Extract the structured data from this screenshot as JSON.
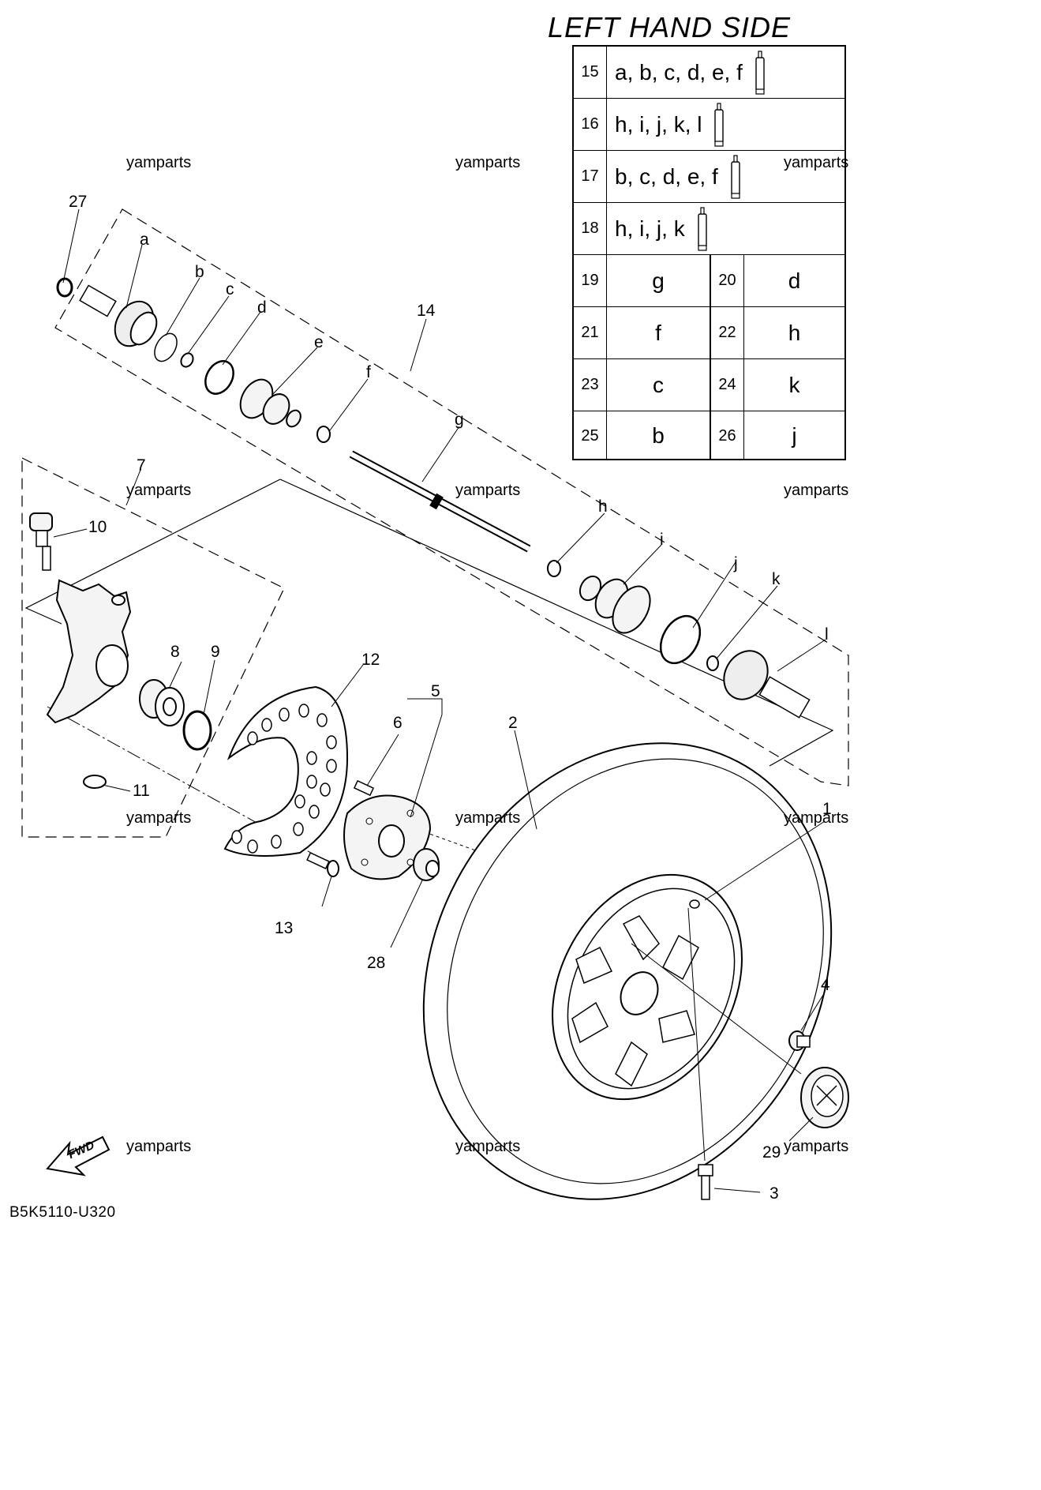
{
  "diagram_code": "B5K5110-U320",
  "table": {
    "title": "LEFT HAND SIDE",
    "full_rows": [
      {
        "number": "15",
        "codes": "a, b, c, d, e, f",
        "icon": "sealant-tube-icon"
      },
      {
        "number": "16",
        "codes": "h, i, j, k, l",
        "icon": "sealant-tube-icon"
      },
      {
        "number": "17",
        "codes": "b, c, d, e, f",
        "icon": "sealant-tube-icon"
      },
      {
        "number": "18",
        "codes": "h, i, j, k",
        "icon": "sealant-tube-icon"
      }
    ],
    "pair_rows": [
      {
        "left_number": "19",
        "left_code": "g",
        "right_number": "20",
        "right_code": "d"
      },
      {
        "left_number": "21",
        "left_code": "f",
        "right_number": "22",
        "right_code": "h"
      },
      {
        "left_number": "23",
        "left_code": "c",
        "right_number": "24",
        "right_code": "k"
      },
      {
        "left_number": "25",
        "left_code": "b",
        "right_number": "26",
        "right_code": "j"
      }
    ]
  },
  "watermark": "yamparts",
  "fwd_label": "FWD",
  "callouts": {
    "n1": "1",
    "n2": "2",
    "n3": "3",
    "n4": "4",
    "n5": "5",
    "n6": "6",
    "n7": "7",
    "n8": "8",
    "n9": "9",
    "n10": "10",
    "n11": "11",
    "n12": "12",
    "n13": "13",
    "n14": "14",
    "n27": "27",
    "n28": "28",
    "n29": "29",
    "la": "a",
    "lb": "b",
    "lc": "c",
    "ld": "d",
    "le": "e",
    "lf": "f",
    "lg": "g",
    "lh": "h",
    "li": "i",
    "lj": "j",
    "lk": "k",
    "ll": "l"
  },
  "colors": {
    "ink": "#000000",
    "paper": "#ffffff",
    "part_fill": "#f4f4f4"
  }
}
